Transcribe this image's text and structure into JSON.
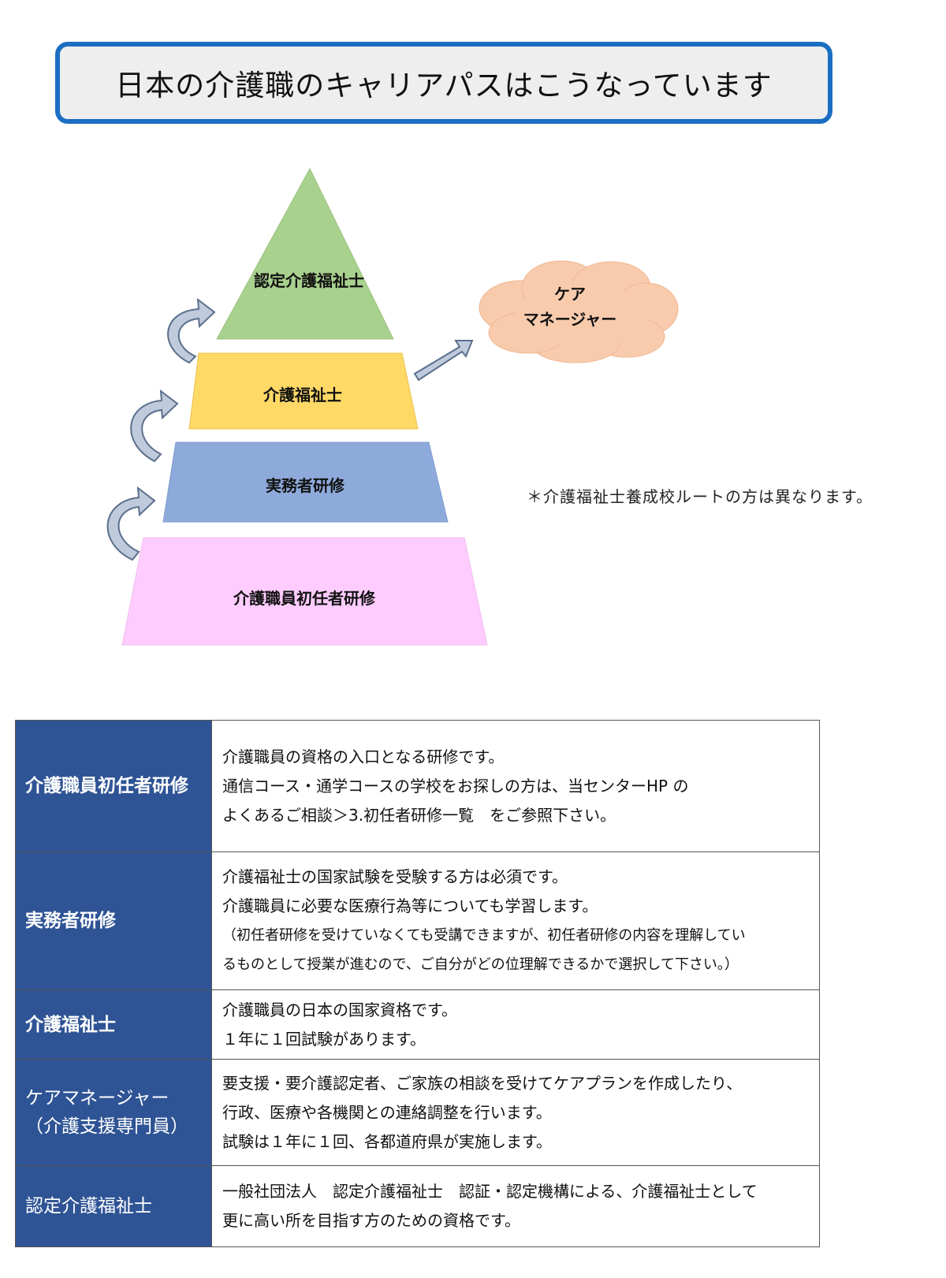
{
  "title": "日本の介護職のキャリアパスはこうなっています",
  "pyramid": {
    "tier1": "認定介護福祉士",
    "tier2": "介護福祉士",
    "tier3": "実務者研修",
    "tier4": "介護職員初任者研修"
  },
  "cloud": {
    "line1": "ケア",
    "line2": "マネージャー"
  },
  "note": "＊介護福祉士養成校ルートの方は異なります。",
  "colors": {
    "title_border": "#1b6ec2",
    "tier1": "#a9d18e",
    "tier2": "#ffd966",
    "tier3": "#8eaadb",
    "tier4": "#ffccff",
    "cloud": "#f8cbad",
    "table_header": "#2f5495"
  },
  "table": {
    "rows": [
      {
        "head": "介護職員初任者研修",
        "lines": [
          "介護職員の資格の入口となる研修です。",
          "通信コース・通学コースの学校をお探しの方は、当センターHP の",
          "よくあるご相談＞3.初任者研修一覧　をご参照下さい。"
        ]
      },
      {
        "head": "実務者研修",
        "lines": [
          "介護福祉士の国家試験を受験する方は必須です。",
          "介護職員に必要な医療行為等についても学習します。",
          "（初任者研修を受けていなくても受講できますが、初任者研修の内容を理解してい",
          "るものとして授業が進むので、ご自分がどの位理解できるかで選択して下さい。）"
        ]
      },
      {
        "head": "介護福祉士",
        "lines": [
          "介護職員の日本の国家資格です。",
          "１年に１回試験があります。"
        ]
      },
      {
        "head_line1": "ケアマネージャー",
        "head_line2": "（介護支援専門員）",
        "lines": [
          "要支援・要介護認定者、ご家族の相談を受けてケアプランを作成したり、",
          "行政、医療や各機関との連絡調整を行います。",
          "試験は１年に１回、各都道府県が実施します。"
        ]
      },
      {
        "head": "認定介護福祉士",
        "lines": [
          "一般社団法人　認定介護福祉士　認証・認定機構による、介護福祉士として",
          "更に高い所を目指す方のための資格です。"
        ]
      }
    ]
  }
}
